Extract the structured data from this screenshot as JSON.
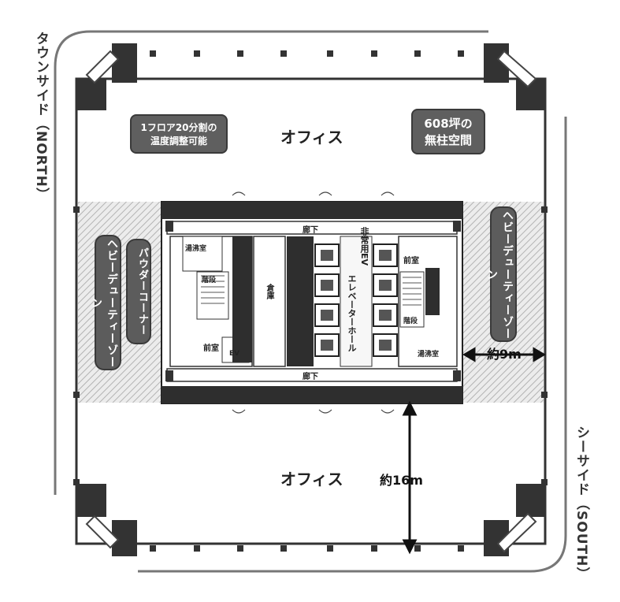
{
  "sides": {
    "north": "タウンサイド（NORTH）",
    "south": "シーサイド（SOUTH）"
  },
  "office_label": "オフィス",
  "badges": {
    "division_line1": "1フロア20分割の",
    "division_line2": "温度調整可能",
    "column_free_line1": "608坪の",
    "column_free_line2": "無柱空間"
  },
  "heavy_duty_zone": "ヘビーデューティーゾーン",
  "powder_corner": "パウダーコーナー",
  "core": {
    "corridor": "廊下",
    "warehouse": "倉庫",
    "freight_ev": "非常用EV",
    "elevator_hall": "エレベーターホール",
    "anteroom": "前室",
    "utility_room": "湯沸室",
    "stair": "階段",
    "ev": "EV"
  },
  "dimensions": {
    "horizontal": "約9m",
    "vertical": "約16m"
  },
  "colors": {
    "dark": "#2e2e2e",
    "gray": "#5f5f5f",
    "hatch": "#bdbdbd",
    "line": "#333333"
  }
}
